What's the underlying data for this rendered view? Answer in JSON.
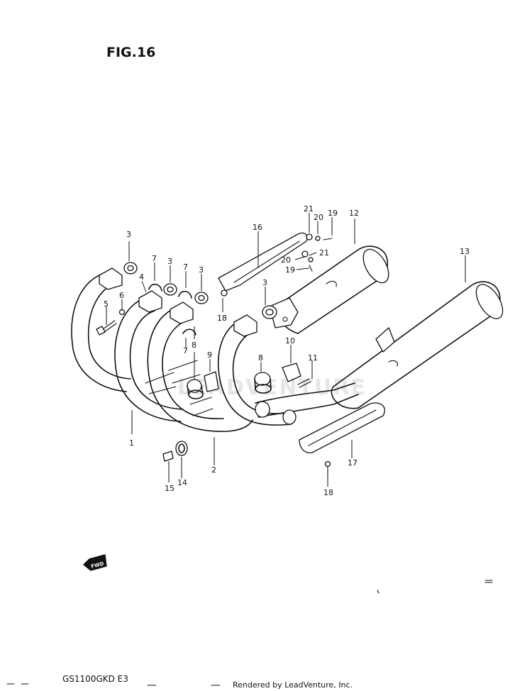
{
  "figure": {
    "title": "FIG.16"
  },
  "watermark": "LEADVENTURE",
  "fwd_label": "FWD",
  "footer": {
    "model": "GS1100GKD E3",
    "credit": "Rendered by LeadVenture, Inc."
  },
  "callouts": {
    "c1": "1",
    "c2": "2",
    "c3a": "3",
    "c3b": "3",
    "c3c": "3",
    "c3d": "3",
    "c4": "4",
    "c5": "5",
    "c6": "6",
    "c7a": "7",
    "c7b": "7",
    "c7c": "7",
    "c8a": "8",
    "c8b": "8",
    "c9": "9",
    "c10": "10",
    "c11": "11",
    "c12": "12",
    "c13": "13",
    "c14": "14",
    "c15": "15",
    "c16": "16",
    "c17": "17",
    "c18a": "18",
    "c18b": "18",
    "c19a": "19",
    "c19b": "19",
    "c20a": "20",
    "c20b": "20",
    "c21a": "21",
    "c21b": "21"
  }
}
